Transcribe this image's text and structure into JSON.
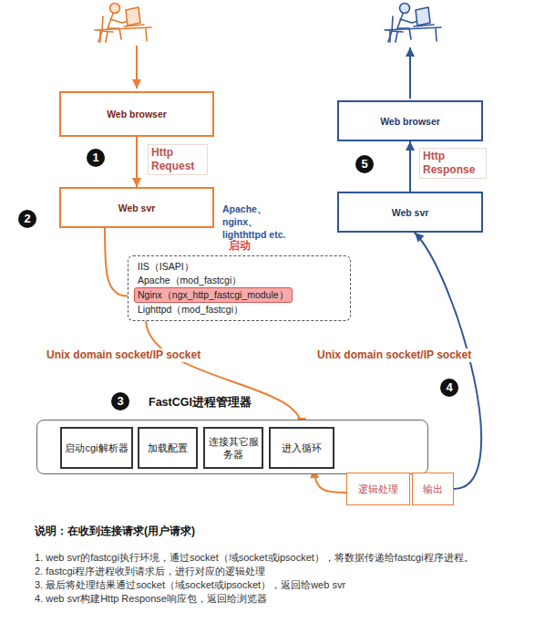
{
  "diagram": {
    "nodes": [
      {
        "text": [
          "Web browser"
        ]
      },
      {
        "text": [
          "Web svr"
        ]
      },
      {
        "text": [
          "启动",
          "IIS（ISAPI）",
          "Apache（mod_fastcgi）",
          "Nginx（ngx_http_fastcgi_module）",
          "Lighttpd（mod_fastcgi）"
        ]
      },
      {
        "text": [
          "FastCGI进程管理器"
        ]
      },
      {
        "text": [
          "启动cgi解析器"
        ],
        "in": 3
      },
      {
        "text": [
          "加载配置"
        ],
        "in": 3
      },
      {
        "text": [
          "连接其它服务器"
        ],
        "in": 3
      },
      {
        "text": [
          "进入循环"
        ],
        "in": 3
      },
      {
        "text": [
          "逻辑处理"
        ]
      },
      {
        "text": [
          "输出"
        ]
      },
      {
        "text": [
          "Web browser"
        ]
      },
      {
        "text": [
          "Web svr"
        ]
      }
    ],
    "edges": [
      {
        "from": 0,
        "to": 1,
        "arrow": "to",
        "label": "Http Request"
      },
      {
        "from": 1,
        "to": 2,
        "arrow": "none"
      },
      {
        "from": 2,
        "to": 7,
        "arrow": "to",
        "label": "Unix domain socket/IP socket"
      },
      {
        "from": 7,
        "to": 8,
        "arrow": "to"
      },
      {
        "from": 8,
        "to": 7,
        "arrow": "to"
      },
      {
        "from": 9,
        "to": 11,
        "arrow": "to",
        "label": "Unix domain socket/IP socket"
      },
      {
        "from": 11,
        "to": 10,
        "arrow": "to",
        "label": "Http Response"
      }
    ],
    "labels": [
      "1",
      "2",
      "3",
      "4",
      "5",
      "Apache、nginx、lighthttpd etc.",
      "说明：在收到连接请求(用户请求)",
      "1. web svr的fastcgi执行环境，通过socket（域socket或ipsocket），将数据传递给fastcgi程序进程。",
      "2. fastcgi程序进程收到请求后，进行对应的逻辑处理",
      "3. 最后将处理结果通过socket（域socket或ipsocket），返回给web svr",
      "4. web svr构建Http Response响应包，返回给浏览器"
    ]
  }
}
